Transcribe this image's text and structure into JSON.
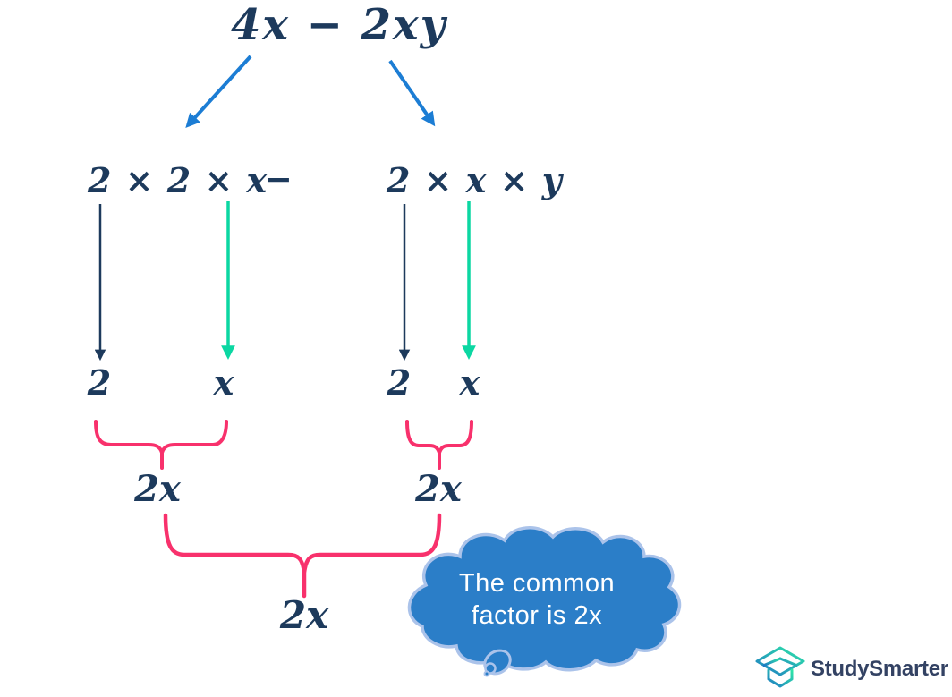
{
  "tree": {
    "title": "4x − 2xy",
    "expansion": {
      "left": "2 × 2 × x",
      "minus": "−",
      "right": "2 × x × y"
    },
    "factors": {
      "left": [
        "2",
        "x"
      ],
      "right": [
        "2",
        "x"
      ]
    },
    "products": {
      "left": "2x",
      "right": "2x",
      "common": "2x"
    }
  },
  "callout": {
    "line1": "The common",
    "line2": "factor is 2x"
  },
  "branding": {
    "name": "StudySmarter"
  },
  "icons": {
    "brand_logo": "isometric-open-box"
  },
  "colors": {
    "math_text": "#1d3a5c",
    "split_arrow_blue": "#1c7dd4",
    "factor_arrow_dark": "#1d3a5c",
    "factor_arrow_green": "#0bd7a2",
    "brace_pink": "#f8316c",
    "cloud_fill": "#2b7ec8",
    "cloud_border": "#abc3ea",
    "cloud_text": "#ffffff",
    "logo_text": "#334263",
    "logo_gradient_green": "#2ee6a8",
    "logo_gradient_blue": "#1f7ac4"
  }
}
